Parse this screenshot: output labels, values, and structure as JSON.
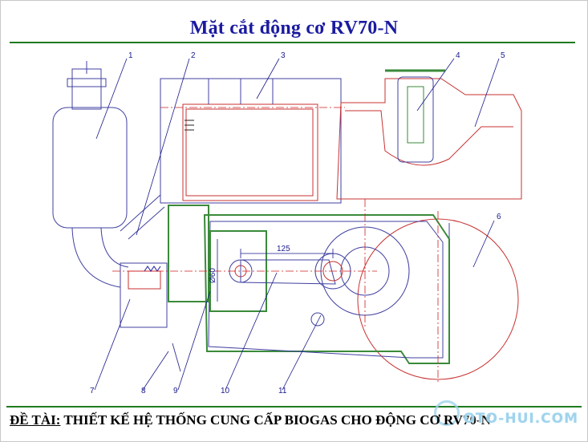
{
  "title": "Mặt cắt động cơ RV70-N",
  "callouts": [
    "1",
    "2",
    "3",
    "4",
    "5",
    "6",
    "7",
    "8",
    "9",
    "10",
    "11"
  ],
  "dimensions": {
    "length": "125",
    "diameter": "Ø60"
  },
  "footer": {
    "label": "ĐỀ TÀI:",
    "text": " THIẾT KẾ HỆ THỐNG CUNG CẤP BIOGAS CHO ĐỘNG CƠ RV70-N"
  },
  "watermark": "OTO-HUI.COM",
  "colors": {
    "title": "#1a1aa0",
    "rule": "#1f7a1f",
    "outline": "#4040a0",
    "section": "#c83232",
    "hatch": "#3a8a3a",
    "centerline": "#d02020"
  }
}
